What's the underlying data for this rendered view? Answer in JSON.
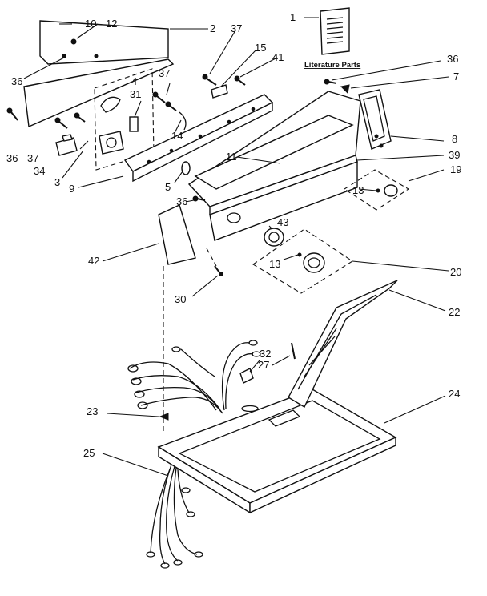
{
  "labels": {
    "n1": "1",
    "n2": "2",
    "n3": "3",
    "n4": "4",
    "n5": "5",
    "n7": "7",
    "n8": "8",
    "n9": "9",
    "n10": "10",
    "n11": "11",
    "n12": "12",
    "n13a": "13",
    "n13b": "13",
    "n14": "14",
    "n15": "15",
    "n19": "19",
    "n20": "20",
    "n22": "22",
    "n23": "23",
    "n24": "24",
    "n25": "25",
    "n27": "27",
    "n30": "30",
    "n31": "31",
    "n32": "32",
    "n34": "34",
    "n36a": "36",
    "n36b": "36",
    "n36c": "36",
    "n36d": "36",
    "n37a": "37",
    "n37b": "37",
    "n37c": "37",
    "n39": "39",
    "n41": "41",
    "n42": "42",
    "n43": "43"
  },
  "literature_parts": "Literature Parts"
}
